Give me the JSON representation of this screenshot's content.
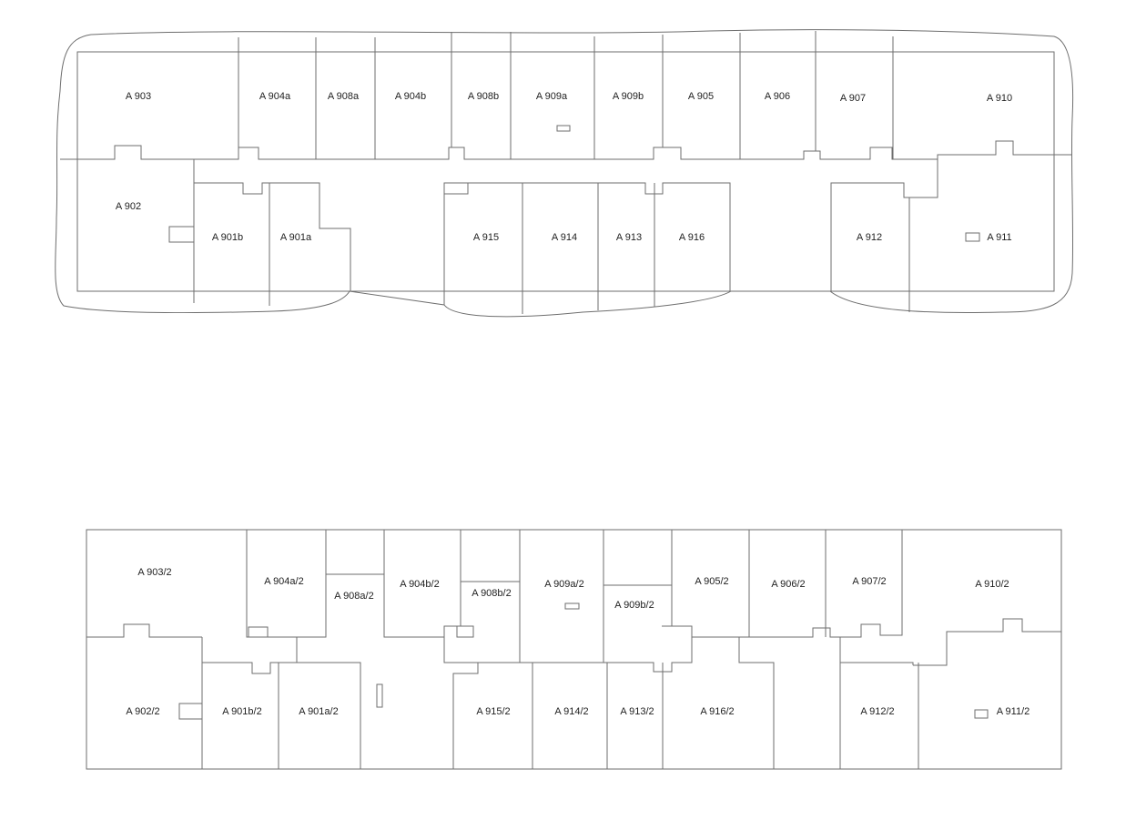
{
  "upper_plan": {
    "rooms": {
      "a903": "A 903",
      "a904a": "A 904a",
      "a908a": "A 908a",
      "a904b": "A 904b",
      "a908b": "A 908b",
      "a909a": "A 909a",
      "a909b": "A 909b",
      "a905": "A 905",
      "a906": "A 906",
      "a907": "A 907",
      "a910": "A 910",
      "a902": "A 902",
      "a901b": "A 901b",
      "a901a": "A 901a",
      "a915": "A 915",
      "a914": "A 914",
      "a913": "A 913",
      "a916": "A 916",
      "a912": "A 912",
      "a911": "A 911"
    }
  },
  "lower_plan": {
    "rooms": {
      "a903": "A 903/2",
      "a904a": "A 904a/2",
      "a908a": "A 908a/2",
      "a904b": "A 904b/2",
      "a908b": "A 908b/2",
      "a909a": "A 909a/2",
      "a909b": "A 909b/2",
      "a905": "A 905/2",
      "a906": "A 906/2",
      "a907": "A 907/2",
      "a910": "A 910/2",
      "a902": "A 902/2",
      "a901b": "A 901b/2",
      "a901a": "A 901a/2",
      "a915": "A 915/2",
      "a914": "A 914/2",
      "a913": "A 913/2",
      "a916": "A 916/2",
      "a912": "A 912/2",
      "a911": "A 911/2"
    }
  }
}
